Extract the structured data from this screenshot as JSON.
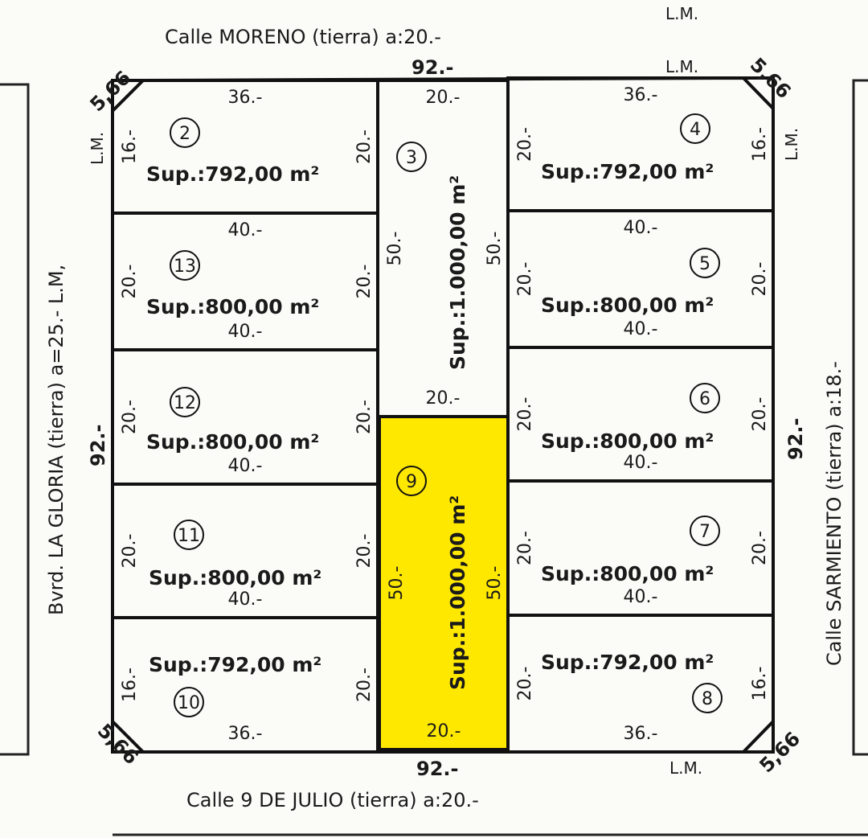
{
  "streets": {
    "top": "Calle MORENO (tierra) a:20.-",
    "bottom": "Calle 9 DE JULIO (tierra) a:20.-",
    "left": "Bvrd. LA GLORIA (tierra) a=25.- L.M,",
    "right": "Calle SARMIENTO (tierra) a:18.-"
  },
  "block": {
    "top_length": "92.-",
    "bottom_length": "92.-",
    "left_length": "92.-",
    "right_length": "92.-",
    "chamfers": [
      "5,66",
      "5,66",
      "5,66",
      "5,66"
    ],
    "line_marks": [
      "L.M.",
      "L.M.",
      "L.M.",
      "L.M.",
      "L.M."
    ]
  },
  "highlight_color": "#ffe800",
  "lots": [
    {
      "num": "2",
      "area": "Sup.:792,00 m²",
      "top": "36.-",
      "left": "16.-",
      "right": "20.-"
    },
    {
      "num": "13",
      "area": "Sup.:800,00 m²",
      "top": "40.-",
      "left": "20.-",
      "right": "20.-",
      "bottom": "40.-"
    },
    {
      "num": "12",
      "area": "Sup.:800,00 m²",
      "left": "20.-",
      "right": "20.-",
      "bottom": "40.-"
    },
    {
      "num": "11",
      "area": "Sup.:800,00 m²",
      "left": "20.-",
      "right": "20.-",
      "bottom": "40.-"
    },
    {
      "num": "10",
      "area": "Sup.:792,00 m²",
      "left": "16.-",
      "right": "20.-",
      "bottom": "36.-"
    },
    {
      "num": "3",
      "area": "Sup.:1.000,00 m²",
      "top": "20.-",
      "left": "50.-",
      "right": "50.-",
      "bottom": "20.-"
    },
    {
      "num": "9",
      "area": "Sup.:1.000,00 m²",
      "left": "50.-",
      "right": "50.-",
      "bottom": "20.-",
      "highlighted": true
    },
    {
      "num": "4",
      "area": "Sup.:792,00 m²",
      "top": "36.-",
      "left": "20.-",
      "right": "16.-"
    },
    {
      "num": "5",
      "area": "Sup.:800,00 m²",
      "top": "40.-",
      "left": "20.-",
      "right": "20.-",
      "bottom": "40.-"
    },
    {
      "num": "6",
      "area": "Sup.:800,00 m²",
      "left": "20.-",
      "right": "20.-",
      "bottom": "40.-"
    },
    {
      "num": "7",
      "area": "Sup.:800,00 m²",
      "left": "20.-",
      "right": "20.-",
      "bottom": "40.-"
    },
    {
      "num": "8",
      "area": "Sup.:792,00 m²",
      "left": "20.-",
      "right": "16.-",
      "bottom": "36.-"
    }
  ]
}
